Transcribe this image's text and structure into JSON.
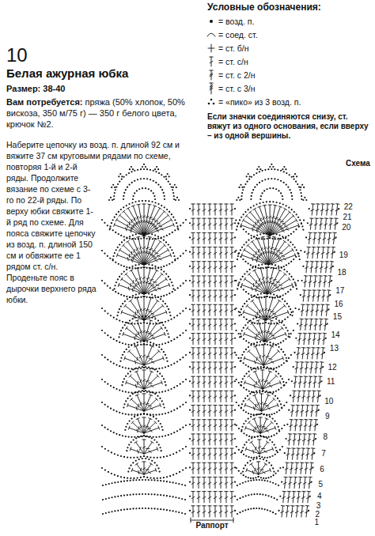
{
  "diagram": {
    "title": "Белая ажурная юбка",
    "labels": [
      "10",
      "Размер: 38-40",
      "Вам потребуется: пряжа (50% хлопок, 50% вискоза, 350 м/75 г) — 350 г белого цвета, крючок №2.",
      "Наберите цепочку из возд. п. длиной 92 см и вяжите 37 см круговыми рядами по схеме, повторяя 1-й и 2-й ряды. Продолжите вязание по схеме с 3-го по 22-й ряды. По верху юбки свяжите 1-й ряд по схеме. Для пояса свяжите цепочку из возд. п. длиной 150 см и обвяжите ее 1 рядом ст. с/н. Проденьте пояс в дырочки верхнего ряда юбки.",
      "Условные обозначения:",
      "Если значки соединяются снизу, ст. вяжут из одного основания, если вверху – из одной вершины.",
      "Схема",
      "22",
      "21",
      "20",
      "19",
      "18",
      "17",
      "16",
      "15",
      "14",
      "13",
      "12",
      "11",
      "10",
      "9",
      "8",
      "7",
      "6",
      "5",
      "4",
      "3",
      "2",
      "1",
      "Раппорт"
    ],
    "legend": [
      {
        "text": "= возд. п."
      },
      {
        "text": "= соед. ст."
      },
      {
        "text": "= ст. б/н"
      },
      {
        "text": "= ст. с/н"
      },
      {
        "text": "= ст. с 2/н"
      },
      {
        "text": "= ст. с 3/н"
      },
      {
        "text": "= «пико» из 3 возд. п."
      }
    ]
  }
}
